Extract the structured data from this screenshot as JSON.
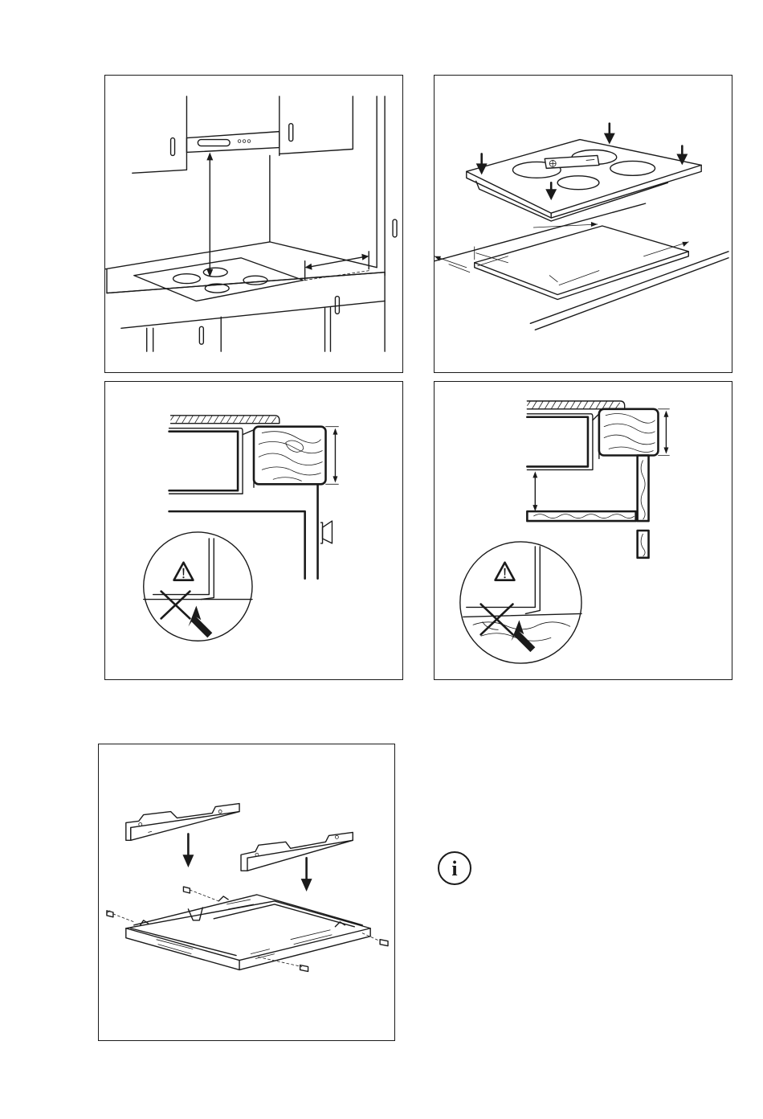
{
  "page": {
    "background": "#ffffff",
    "line_color": "#1a1a1a"
  },
  "figures": [
    {
      "id": "hood-clearance",
      "icon": "hood-hob-clearance-illustration"
    },
    {
      "id": "hob-insert",
      "icon": "hob-insertion-illustration"
    },
    {
      "id": "worktop-door",
      "icon": "worktop-section-door-illustration"
    },
    {
      "id": "worktop-shelf",
      "icon": "worktop-section-shelf-illustration"
    },
    {
      "id": "protection-box",
      "icon": "protection-box-assembly-illustration"
    }
  ],
  "info_icon": {
    "glyph": "i",
    "icon": "information-icon"
  }
}
